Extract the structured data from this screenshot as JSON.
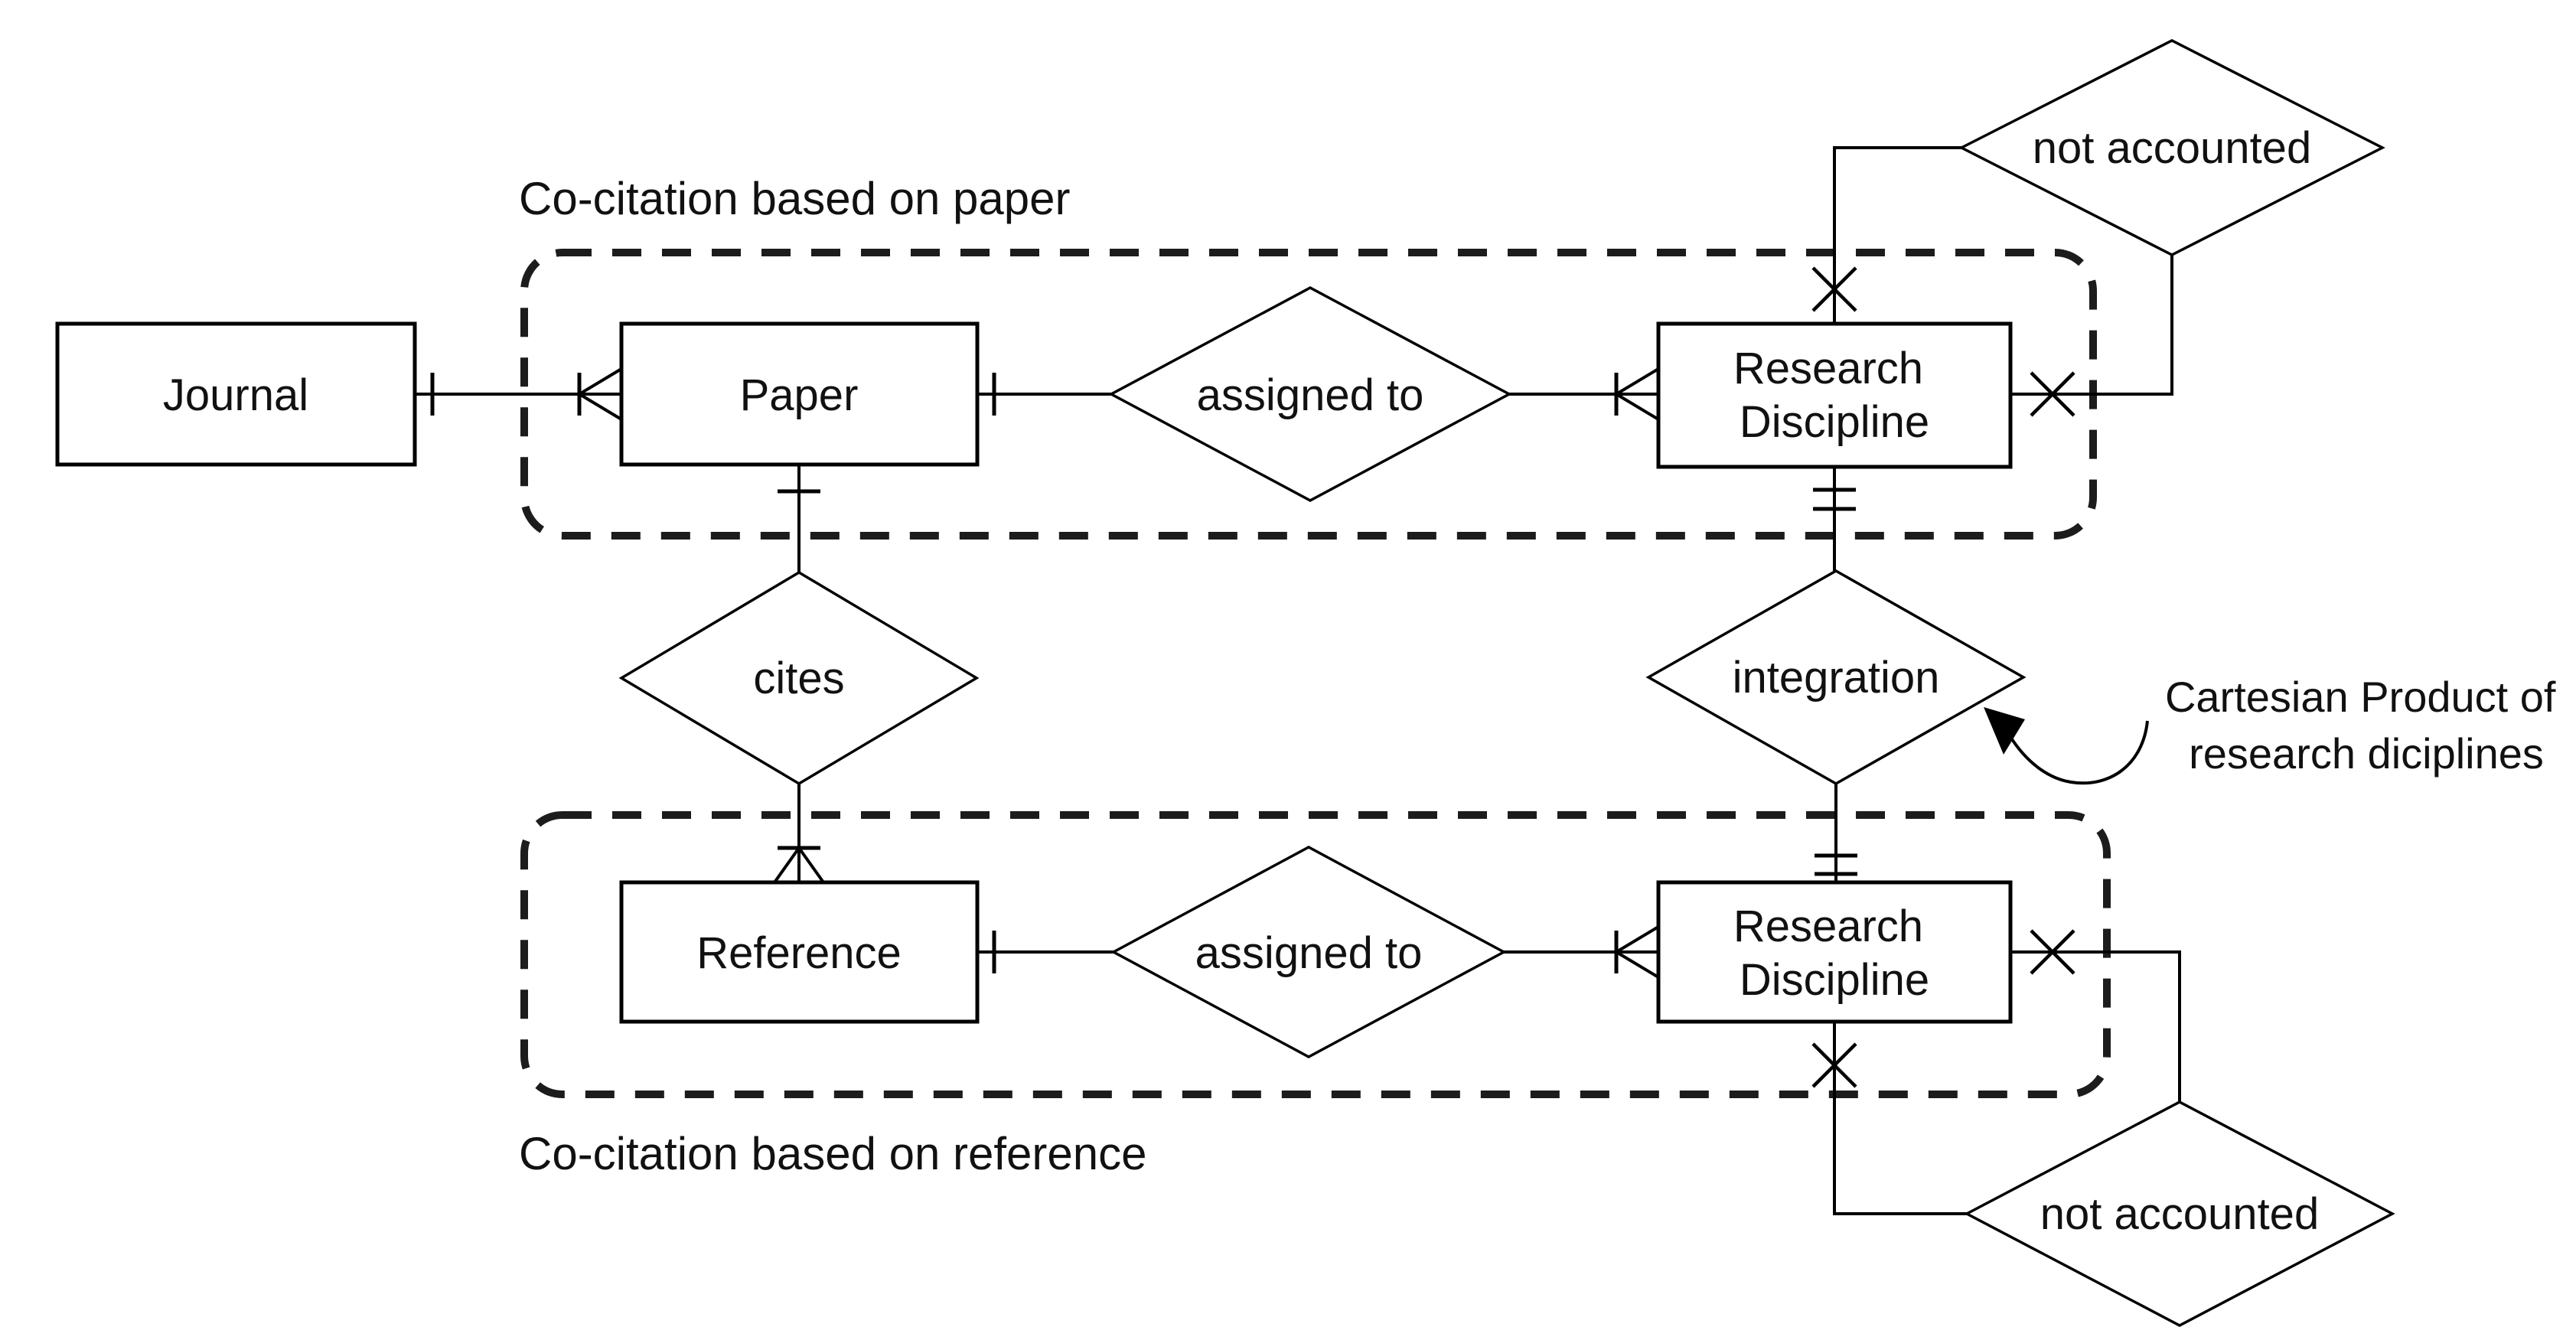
{
  "groups": {
    "paper": {
      "label": "Co-citation based on paper"
    },
    "reference": {
      "label": "Co-citation based on reference"
    }
  },
  "entities": {
    "journal": {
      "label": "Journal"
    },
    "paper": {
      "label": "Paper"
    },
    "research_discipline_top": {
      "line1": "Research",
      "line2": "Discipline"
    },
    "reference": {
      "label": "Reference"
    },
    "research_discipline_bottom": {
      "line1": "Research",
      "line2": "Discipline"
    }
  },
  "relationships": {
    "assigned_to_top": {
      "label": "assigned to"
    },
    "cites": {
      "label": "cites"
    },
    "integration": {
      "label": "integration"
    },
    "assigned_to_bottom": {
      "label": "assigned to"
    },
    "not_accounted_top": {
      "label": "not accounted"
    },
    "not_accounted_bottom": {
      "label": "not accounted"
    }
  },
  "annotation": {
    "line1": "Cartesian Product of",
    "line2": "research diciplines"
  },
  "colors": {
    "line": "#000000",
    "background": "#ffffff",
    "dashed_border": "#1c1c1c"
  }
}
